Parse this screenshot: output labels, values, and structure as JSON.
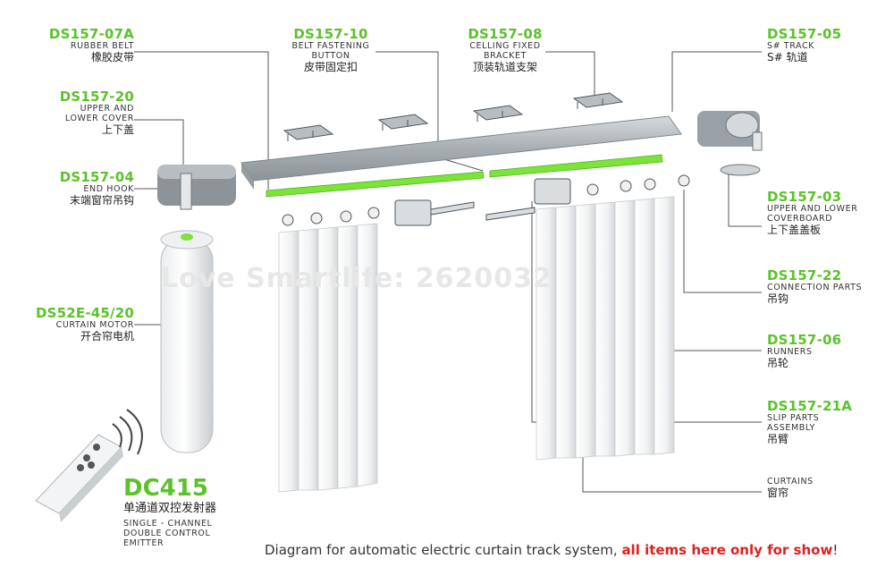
{
  "labels": {
    "ds157_07a": {
      "code": "DS157-07A",
      "en": "RUBBER BELT",
      "cn": "橡胶皮带"
    },
    "ds157_20": {
      "code": "DS157-20",
      "en1": "UPPER AND",
      "en2": "LOWER COVER",
      "cn": "上下盖"
    },
    "ds157_04": {
      "code": "DS157-04",
      "en": "END HOOK",
      "cn": "末端窗帘吊钩"
    },
    "ds52e": {
      "code": "DS52E-45/20",
      "en": "CURTAIN MOTOR",
      "cn": "开合帘电机"
    },
    "dc415": {
      "code": "DC415",
      "cn": "单通道双控发射器",
      "en1": "SINGLE - CHANNEL",
      "en2": "DOUBLE CONTROL",
      "en3": "EMITTER"
    },
    "ds157_10": {
      "code": "DS157-10",
      "en1": "BELT FASTENING",
      "en2": "BUTTON",
      "cn": "皮带固定扣"
    },
    "ds157_08": {
      "code": "DS157-08",
      "en1": "CELLING FIXED",
      "en2": "BRACKET",
      "cn": "顶装轨道支架"
    },
    "ds157_05": {
      "code": "DS157-05",
      "en": "S# TRACK",
      "cn": "S# 轨道"
    },
    "ds157_03": {
      "code": "DS157-03",
      "en1": "UPPER AND LOWER",
      "en2": "COVERBOARD",
      "cn": "上下盖盖板"
    },
    "ds157_22": {
      "code": "DS157-22",
      "en": "CONNECTION PARTS",
      "cn": "吊钩"
    },
    "ds157_06": {
      "code": "DS157-06",
      "en": "RUNNERS",
      "cn": "吊轮"
    },
    "ds157_21a": {
      "code": "DS157-21A",
      "en1": "SLIP PARTS",
      "en2": "ASSEMBLY",
      "cn": "吊臂"
    },
    "curtains": {
      "en": "CURTAINS",
      "cn": "窗帘"
    }
  },
  "watermark": "Love Smartlife: 2620032",
  "caption": {
    "main": "Diagram for automatic electric curtain track system, ",
    "warn": "all items here only for show",
    "end": "!"
  },
  "colors": {
    "accent": "#5cc22b",
    "warn": "#e02020",
    "track": "#a9b0b6",
    "belt": "#7be33a"
  }
}
